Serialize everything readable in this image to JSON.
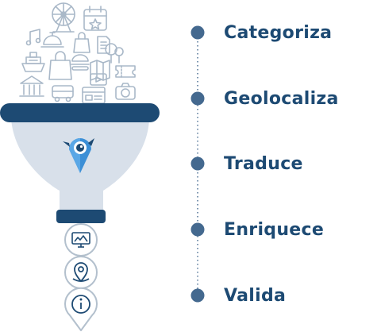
{
  "colors": {
    "brand": "#1d4a73",
    "bullet": "#44698f",
    "funnel_light": "#d8e0ea",
    "icon_stroke": "#a9b8c8",
    "pin_blue": "#3c8fd6",
    "output_stroke": "#b3c0cd"
  },
  "steps": [
    {
      "label": "Categoriza"
    },
    {
      "label": "Geolocaliza"
    },
    {
      "label": "Traduce"
    },
    {
      "label": "Enriquece"
    },
    {
      "label": "Valida"
    }
  ],
  "input_icons": [
    "ferris-wheel-icon",
    "calendar-star-icon",
    "music-notes-icon",
    "service-bell-icon",
    "shopping-bag-icon",
    "document-icon",
    "cruise-ship-icon",
    "burger-icon",
    "map-icon",
    "trees-icon",
    "shopping-bag-icon",
    "video-player-icon",
    "ticket-icon",
    "museum-icon",
    "bus-icon",
    "news-icon",
    "camera-icon"
  ],
  "output_icons": [
    "monitor-image-icon",
    "location-pin-icon",
    "info-icon"
  ]
}
